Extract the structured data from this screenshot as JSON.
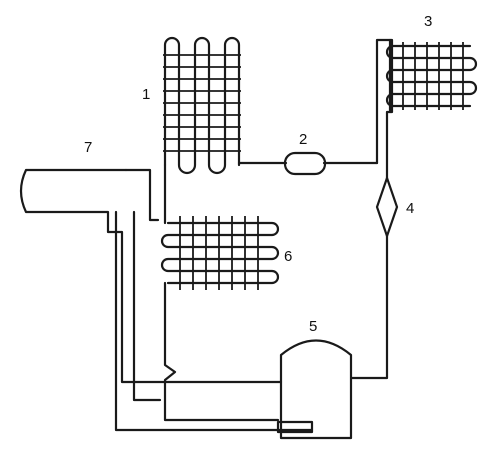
{
  "diagram": {
    "labels": {
      "condenser_coil": "1",
      "filter_drier": "2",
      "upper_coil": "3",
      "expansion_valve": "4",
      "compressor": "5",
      "middle_coil": "6",
      "duct": "7"
    }
  }
}
